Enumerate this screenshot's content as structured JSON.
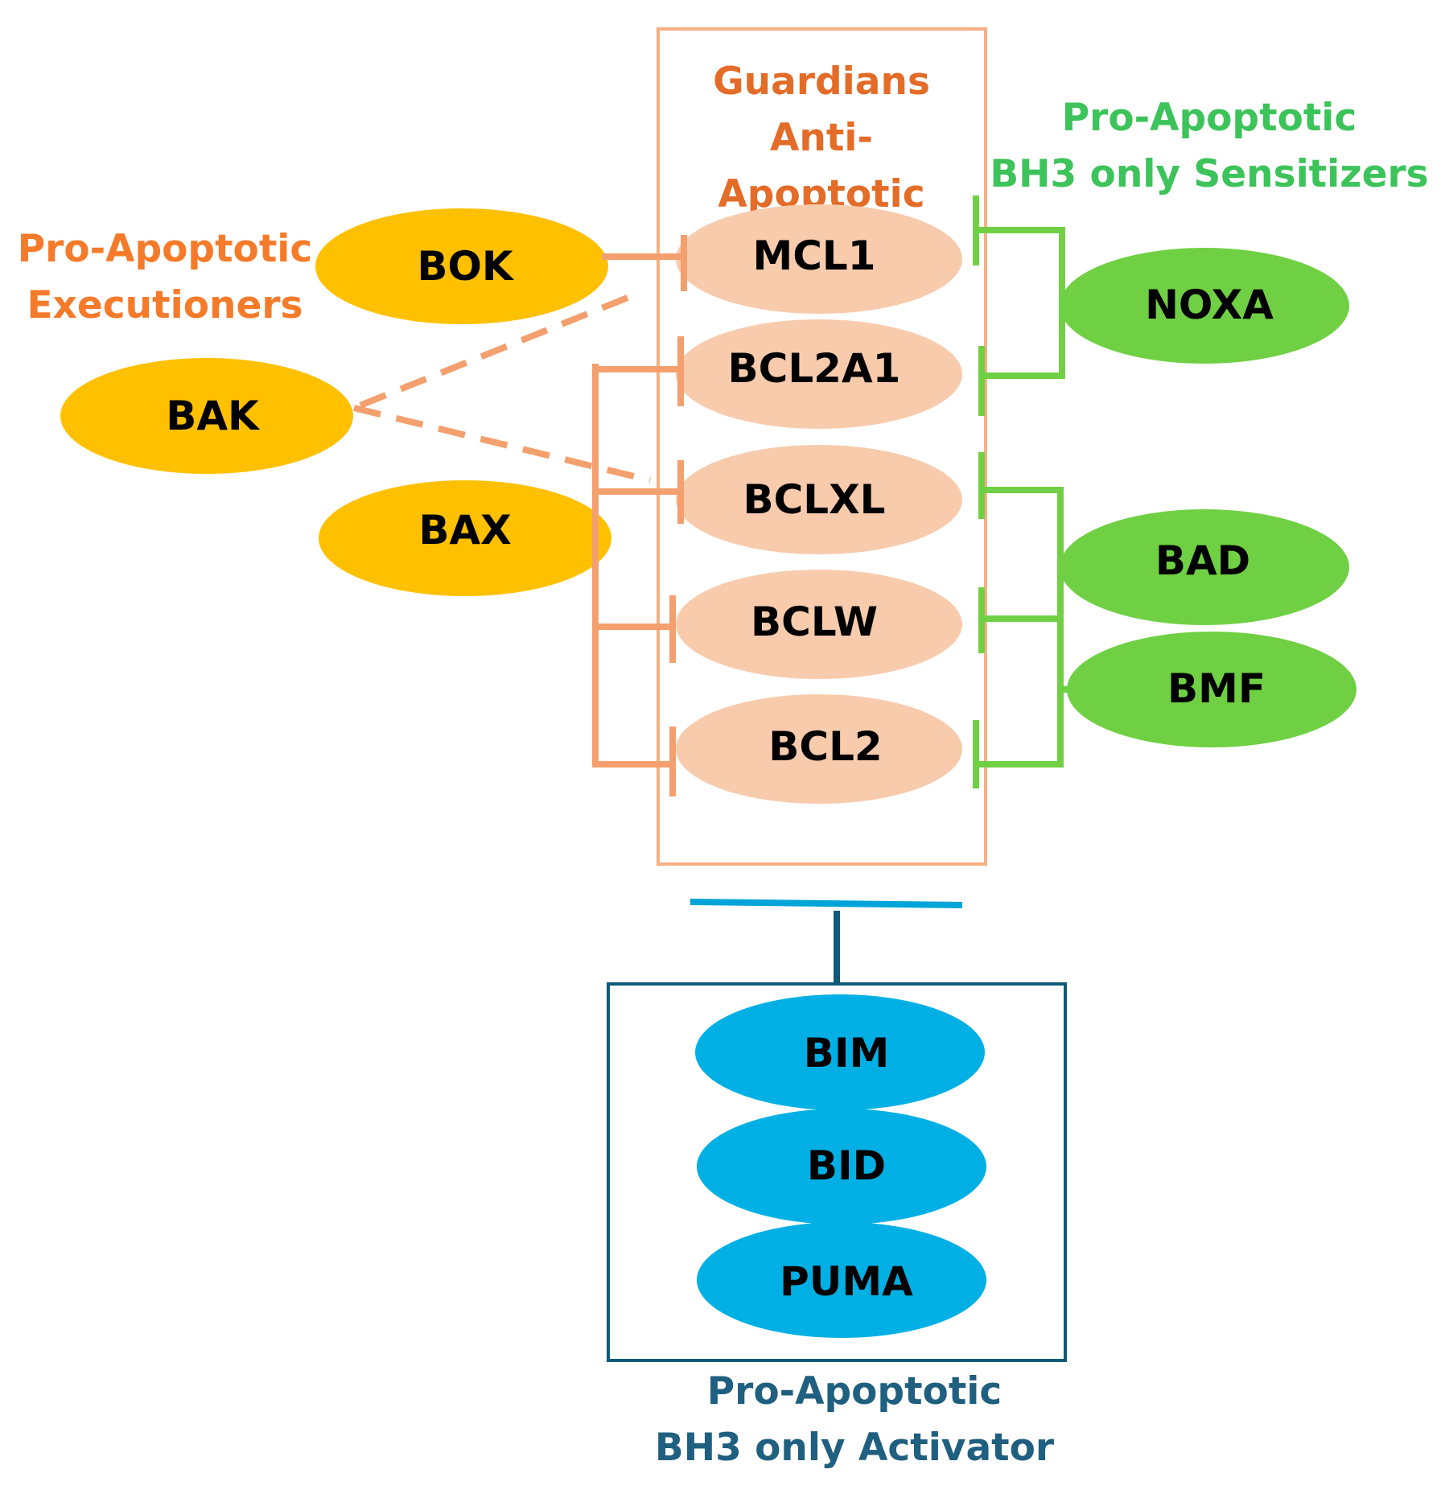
{
  "colors": {
    "executioner": "#FFC000",
    "guardian": "#F8CBAD",
    "guardian_box": "#F4B183",
    "guardian_line": "#F4A06E",
    "guardian_title": "#E36C28",
    "executioner_title": "#F57B2A",
    "sensitizer": "#70D044",
    "sensitizer_title": "#3CC35A",
    "activator": "#00B0E4",
    "activator_line": "#0E5A78",
    "activator_title": "#1F5F7F",
    "inhibit_blue": "#00A4D8"
  },
  "labels": {
    "guardians": [
      "Guardians",
      "Anti-",
      "Apoptotic"
    ],
    "executioners": [
      "Pro-Apoptotic",
      "Executioners"
    ],
    "sensitizers": [
      "Pro-Apoptotic",
      "BH3 only Sensitizers"
    ],
    "activators": [
      "Pro-Apoptotic",
      "BH3 only Activator"
    ]
  },
  "executioners": [
    "BOK",
    "BAK",
    "BAX"
  ],
  "guardians": [
    "MCL1",
    "BCL2A1",
    "BCLXL",
    "BCLW",
    "BCL2"
  ],
  "sensitizers": [
    "NOXA",
    "BAD",
    "BMF"
  ],
  "activators": [
    "BIM",
    "BID",
    "PUMA"
  ]
}
